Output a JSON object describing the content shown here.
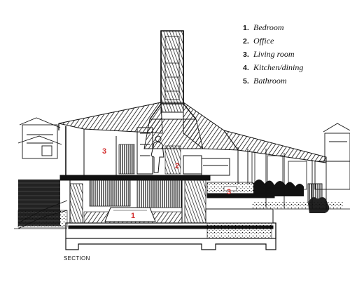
{
  "legend": [
    {
      "number": "1.",
      "label": "Bedroom"
    },
    {
      "number": "2.",
      "label": "Office"
    },
    {
      "number": "3.",
      "label": "Living room"
    },
    {
      "number": "4.",
      "label": "Kitchen/dining"
    },
    {
      "number": "5.",
      "label": "Bathroom"
    }
  ],
  "caption": "SECTION",
  "room_markers": {
    "bedroom": "1",
    "office": "2",
    "living_left": "3",
    "living_right": "3"
  },
  "colors": {
    "ink": "#111111",
    "room_number": "#d32f2f",
    "background": "#ffffff"
  }
}
